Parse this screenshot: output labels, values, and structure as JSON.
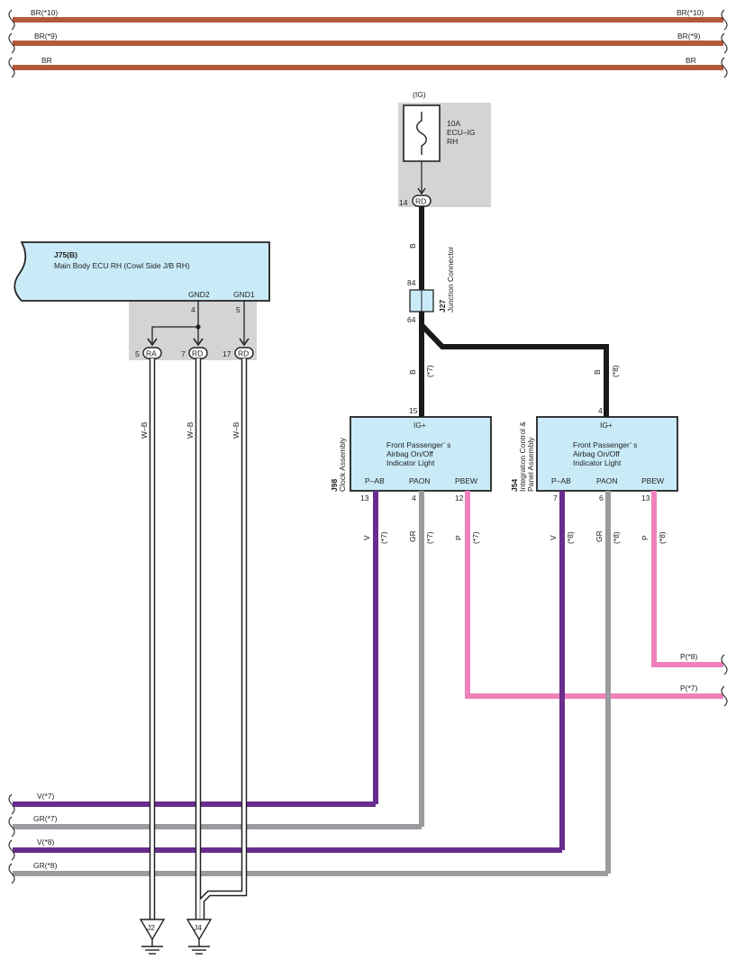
{
  "colors": {
    "brown": "#b35a3a",
    "black": "#1a1a1a",
    "violet": "#6a2d8e",
    "gray": "#9b9b9f",
    "pink": "#ef82bb",
    "component_fill": "#c9ebf7",
    "shade": "#d4d4d6"
  },
  "buses_top": [
    {
      "left": "BR(*10)",
      "right": "BR(*10)"
    },
    {
      "left": "BR(*9)",
      "right": "BR(*9)"
    },
    {
      "left": "BR",
      "right": "BR"
    }
  ],
  "fuse": {
    "supply": "(IG)",
    "rating": "10A",
    "name_line1": "ECU–IG",
    "name_line2": "RH",
    "pin": "14",
    "pin_tag": "RD"
  },
  "wire_labels": {
    "b_main": "B",
    "b_main_note": "(*7)",
    "b_fuse": "B",
    "b_right": "B",
    "b_right_note": "(*8)",
    "wb1": "W–B",
    "wb2": "W–B",
    "wb3": "W–B"
  },
  "junction": {
    "code": "J27",
    "name": "Junction Connector",
    "pin_top": "84",
    "pin_bottom": "64"
  },
  "ecu": {
    "code": "J75(B)",
    "name": "Main Body ECU RH (Cowl Side J/B RH)",
    "gnd2_label": "GND2",
    "gnd2_pin": "4",
    "gnd1_label": "GND1",
    "gnd1_pin": "5",
    "conn_a_pin": "5",
    "conn_a_tag": "RA",
    "conn_b_pin": "7",
    "conn_b_tag": "RD",
    "conn_c_pin": "17",
    "conn_c_tag": "RD"
  },
  "clock_assembly": {
    "code": "J98",
    "name": "Clock Assembly",
    "top_terminal": "IG+",
    "top_pin": "15",
    "line1": "Front Passenger’ s",
    "line2": "Airbag On/Off",
    "line3": "Indicator Light",
    "t1": "P–AB",
    "t1_pin": "13",
    "t2": "PAON",
    "t2_pin": "4",
    "t3": "PBEW",
    "t3_pin": "12",
    "w1": "V",
    "w1_note": "(*7)",
    "w2": "GR",
    "w2_note": "(*7)",
    "w3": "P",
    "w3_note": "(*7)"
  },
  "panel_assembly": {
    "code": "J54",
    "name_line1": "Integration Control &",
    "name_line2": "Panel Assembly",
    "top_terminal": "IG+",
    "top_pin": "4",
    "line1": "Front Passenger’ s",
    "line2": "Airbag On/Off",
    "line3": "Indicator Light",
    "t1": "P–AB",
    "t1_pin": "7",
    "t2": "PAON",
    "t2_pin": "6",
    "t3": "PBEW",
    "t3_pin": "13",
    "w1": "V",
    "w1_note": "(*8)",
    "w2": "GR",
    "w2_note": "(*8)",
    "w3": "P",
    "w3_note": "(*8)"
  },
  "right_buses": {
    "p8": "P(*8)",
    "p7": "P(*7)"
  },
  "bottom_buses": {
    "v7": "V(*7)",
    "gr7": "GR(*7)",
    "v8": "V(*8)",
    "gr8": "GR(*8)"
  },
  "grounds": {
    "j2": "J2",
    "j4": "J4"
  }
}
